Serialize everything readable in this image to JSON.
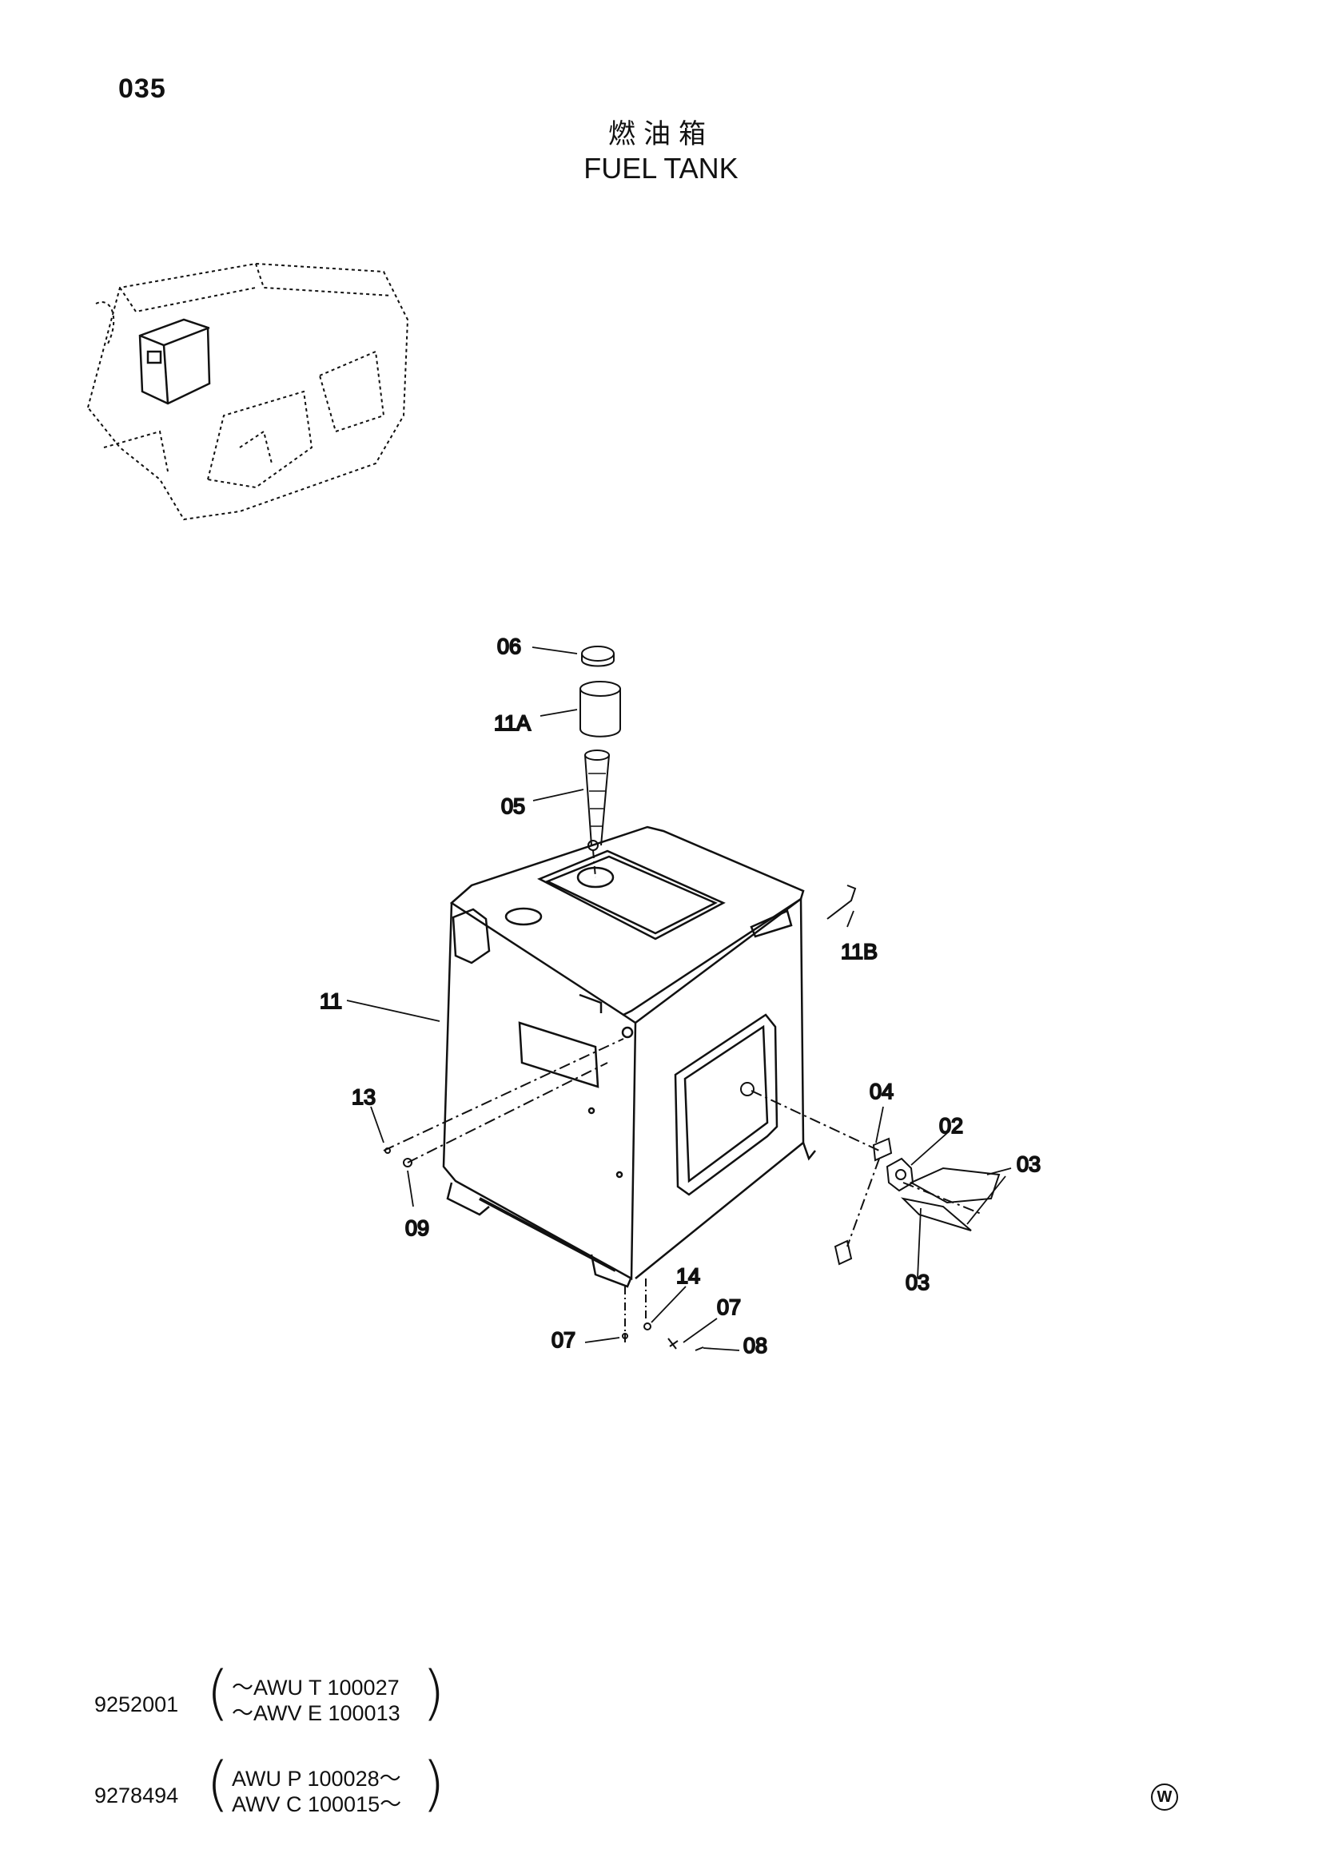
{
  "page_number": "035",
  "title_cjk": "燃油箱",
  "title_en": "FUEL TANK",
  "callouts": {
    "c06": "06",
    "c11A": "11A",
    "c05": "05",
    "c11": "11",
    "c11B": "11B",
    "c13": "13",
    "c09": "09",
    "c04": "04",
    "c02": "02",
    "c03a": "03",
    "c03b": "03",
    "c14": "14",
    "c07a": "07",
    "c07b": "07",
    "c08": "08"
  },
  "serials": [
    {
      "code": "9252001",
      "lines": [
        "～AWU  T 100027",
        "～AWV  E 100013"
      ]
    },
    {
      "code": "9278494",
      "lines": [
        "AWU  P 100028～",
        "AWV  C 100015～"
      ]
    }
  ],
  "footer_mark": "W"
}
